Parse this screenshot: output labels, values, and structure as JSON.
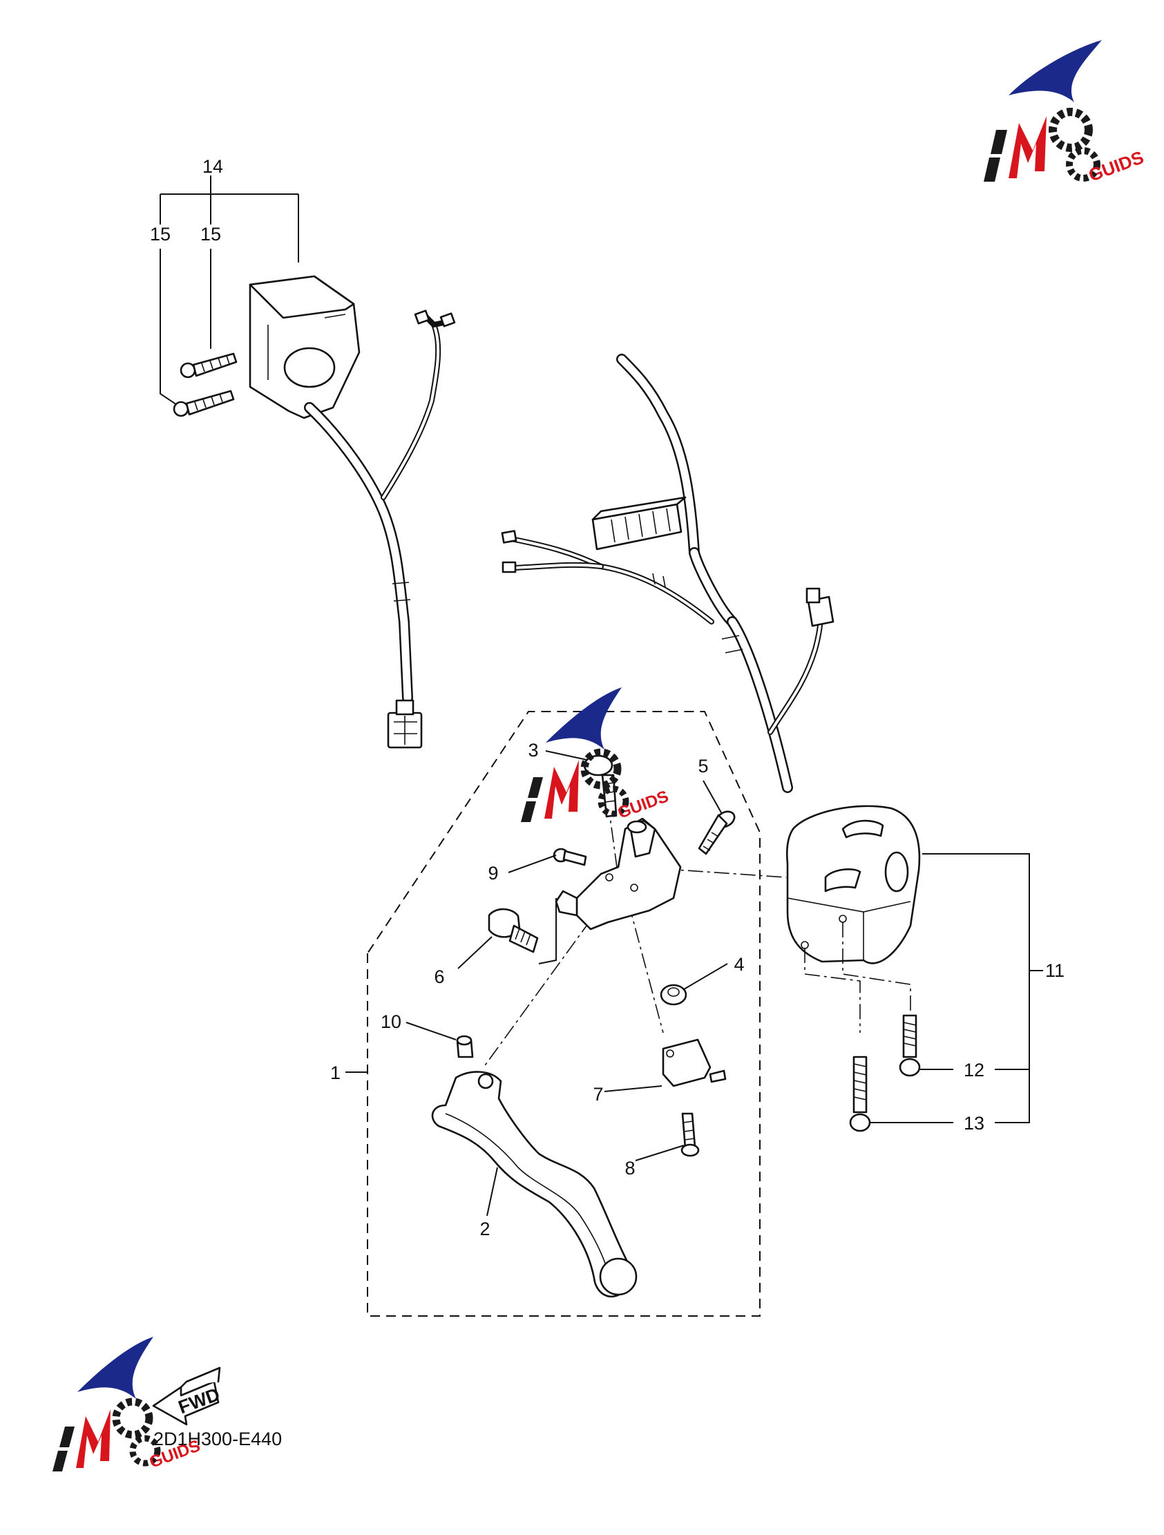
{
  "callouts": {
    "c1": "1",
    "c2": "2",
    "c3": "3",
    "c4": "4",
    "c5": "5",
    "c6": "6",
    "c7": "7",
    "c8": "8",
    "c9": "9",
    "c10": "10",
    "c11": "11",
    "c12": "12",
    "c13": "13",
    "c14": "14",
    "c15a": "15",
    "c15b": "15"
  },
  "diagram_code": "2D1H300-E440",
  "fwd_label": "FWD",
  "logo": {
    "brand": "MOTO",
    "sub": "GUIDS"
  },
  "colors": {
    "logo_red": "#d8141c",
    "logo_blue": "#1b2a8a",
    "line": "#111111"
  }
}
